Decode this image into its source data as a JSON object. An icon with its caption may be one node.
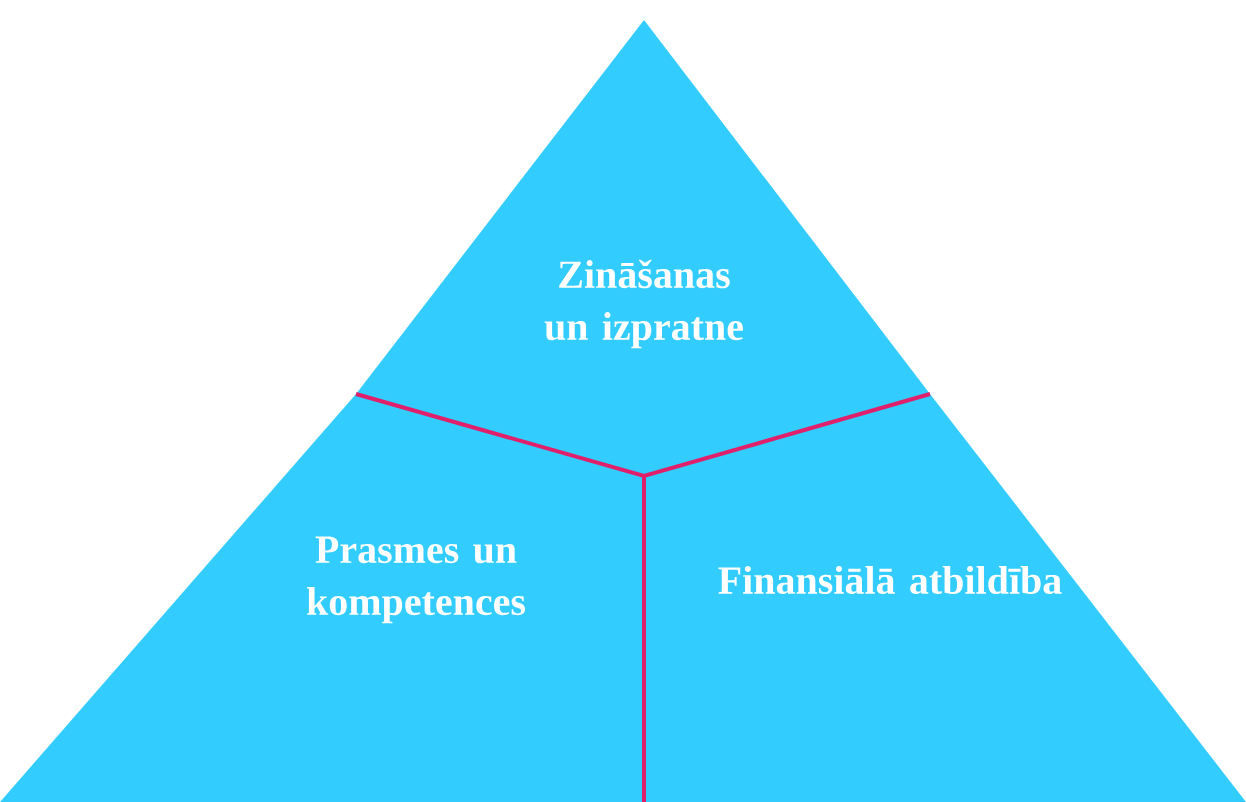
{
  "diagram": {
    "nodes": [
      {
        "text": [
          "Zināšanas un izpratne"
        ]
      },
      {
        "text": [
          "Prasmes un kompetences"
        ]
      },
      {
        "text": [
          "Finansiālā atbildība"
        ]
      }
    ]
  }
}
